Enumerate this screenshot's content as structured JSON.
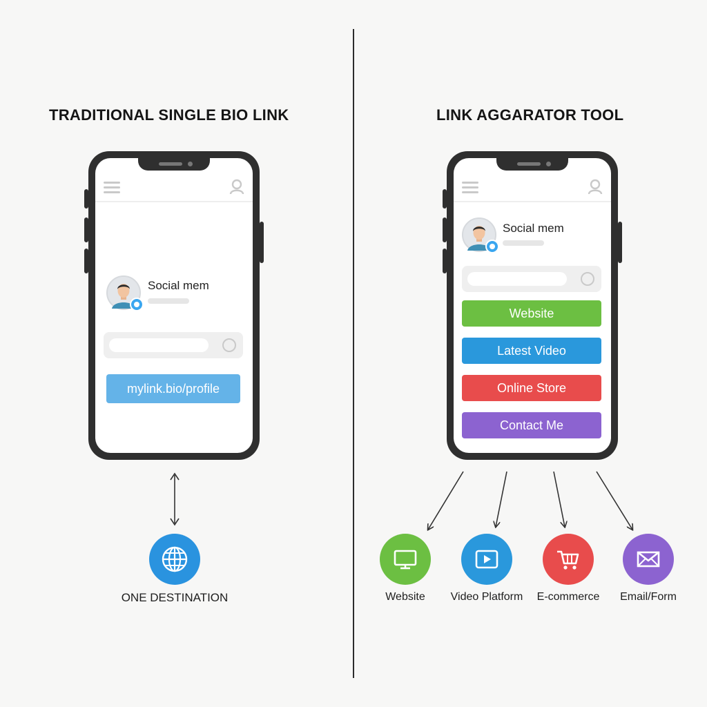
{
  "left": {
    "heading": "TRADITIONAL SINGLE BIO LINK",
    "profile_name": "Social mem",
    "link_url": "mylink.bio/profile",
    "destination_label": "ONE DESTINATION",
    "destination_icon": "globe-icon",
    "colors": {
      "link": "#64b3e8",
      "destination": "#2a93df"
    }
  },
  "right": {
    "heading": "LINK AGGARATOR TOOL",
    "profile_name": "Social mem",
    "buttons": [
      {
        "label": "Website",
        "color": "#6cbf42"
      },
      {
        "label": "Latest Video",
        "color": "#2a98dc"
      },
      {
        "label": "Online Store",
        "color": "#e84c4c"
      },
      {
        "label": "Contact Me",
        "color": "#8c63d0"
      }
    ],
    "destinations": [
      {
        "label": "Website",
        "icon": "monitor-icon",
        "color": "#6cbf42"
      },
      {
        "label": "Video Platform",
        "icon": "play-icon",
        "color": "#2a98dc"
      },
      {
        "label": "E-commerce",
        "icon": "cart-icon",
        "color": "#e84c4c"
      },
      {
        "label": "Email/Form",
        "icon": "envelope-icon",
        "color": "#8c63d0"
      }
    ]
  }
}
